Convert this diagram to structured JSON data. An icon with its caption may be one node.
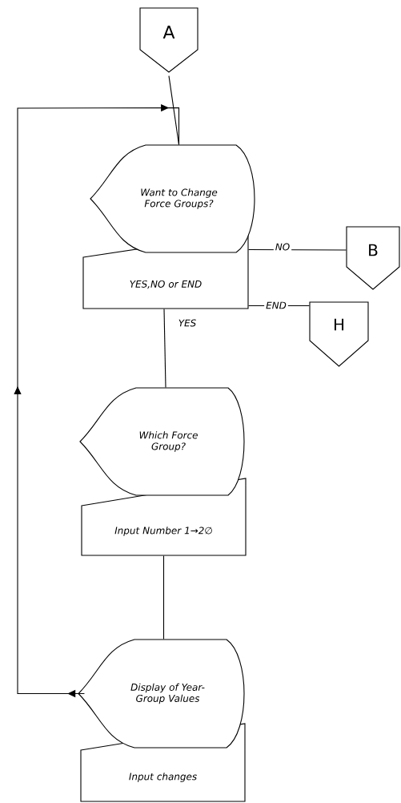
{
  "diagram": {
    "nodes": [
      {
        "text": [
          "A"
        ]
      },
      {
        "text": [
          "Want to Change Force Groups?"
        ]
      },
      {
        "text": [
          "YES,NO or END"
        ]
      },
      {
        "text": [
          "B"
        ]
      },
      {
        "text": [
          "H"
        ]
      },
      {
        "text": [
          "Which Force Group?"
        ]
      },
      {
        "text": [
          "Input Number 1→2∅"
        ]
      },
      {
        "text": [
          "Display of Year-Group Values"
        ]
      },
      {
        "text": [
          "Input changes"
        ]
      }
    ],
    "edges": [
      {
        "from": 0,
        "to": 1,
        "arrow": "none"
      },
      {
        "from": 2,
        "to": 3,
        "arrow": "none",
        "label": "NO"
      },
      {
        "from": 2,
        "to": 4,
        "arrow": "none",
        "label": "END"
      },
      {
        "from": 2,
        "to": 5,
        "arrow": "none",
        "label": "YES"
      },
      {
        "from": 6,
        "to": 7,
        "arrow": "none"
      },
      {
        "from": 7,
        "to": 1,
        "arrow": "to"
      }
    ]
  }
}
